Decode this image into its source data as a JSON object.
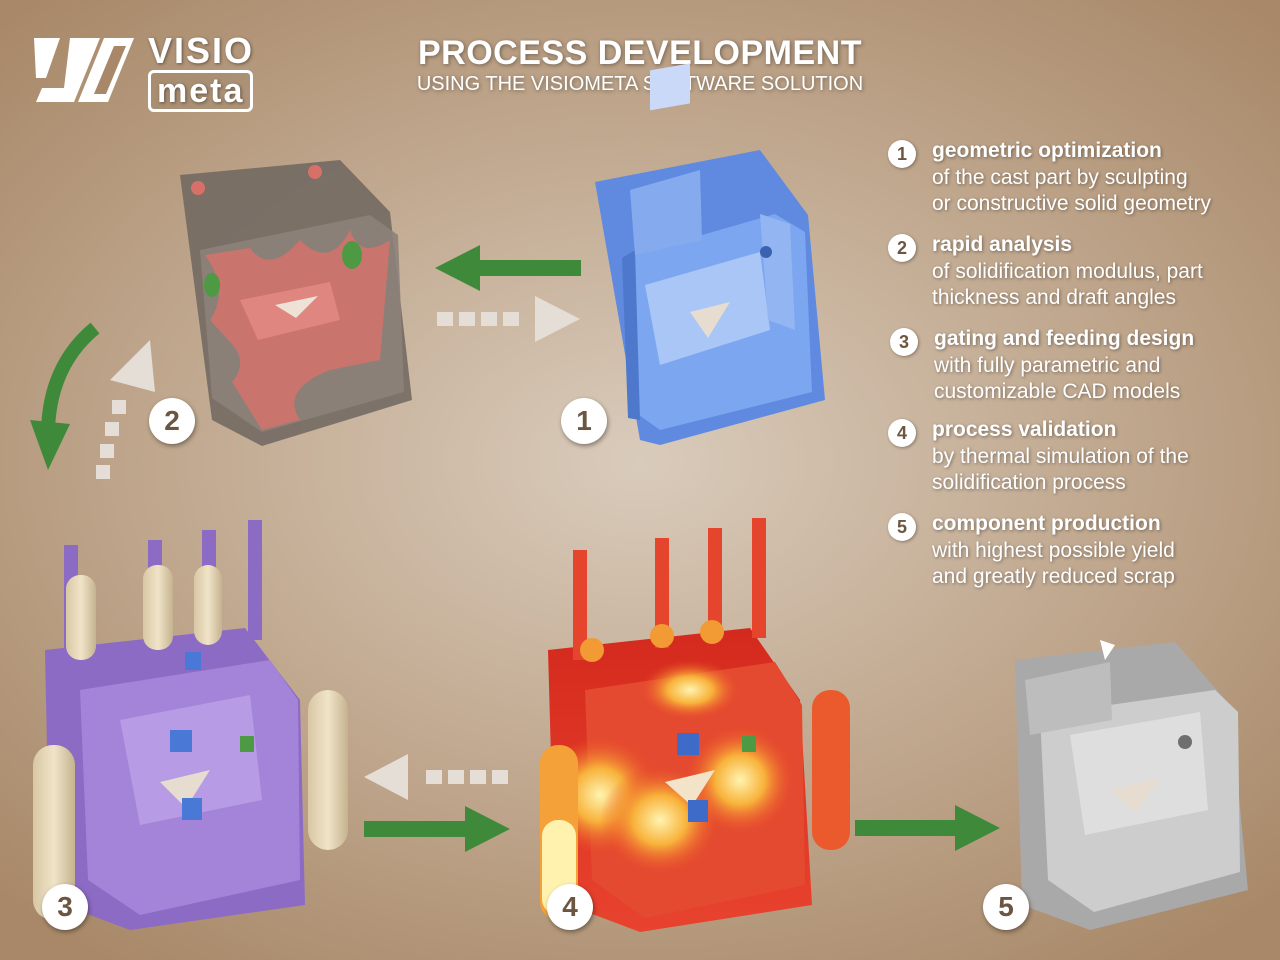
{
  "logo": {
    "word1": "VISIO",
    "word2": "meta"
  },
  "title": {
    "main": "PROCESS DEVELOPMENT",
    "sub": "USING THE VISIOMETA SOFTWARE SOLUTION"
  },
  "steps": [
    {
      "num": "1",
      "heading": "geometric optimization",
      "lines": [
        "of the cast part by sculpting",
        "or constructive solid geometry"
      ]
    },
    {
      "num": "2",
      "heading": "rapid analysis",
      "lines": [
        "of solidification modulus, part",
        "thickness and draft angles"
      ]
    },
    {
      "num": "3",
      "heading": "gating and feeding design",
      "lines": [
        "with fully parametric and",
        "customizable CAD models"
      ]
    },
    {
      "num": "4",
      "heading": "process validation",
      "lines": [
        "by thermal simulation of the",
        "solidification process"
      ]
    },
    {
      "num": "5",
      "heading": "component production",
      "lines": [
        "with highest possible yield",
        "and greatly reduced scrap"
      ]
    }
  ],
  "badges": [
    "1",
    "2",
    "3",
    "4",
    "5"
  ],
  "colors": {
    "arrow_green": "#3f8a3a",
    "arrow_light": "#e4ded6",
    "part_blue": "#6f9ae6",
    "part_analysis": "#7f756d",
    "part_gating": "#9a7bd0",
    "part_simulation": "#e2382a",
    "part_final": "#c8c8c8"
  }
}
